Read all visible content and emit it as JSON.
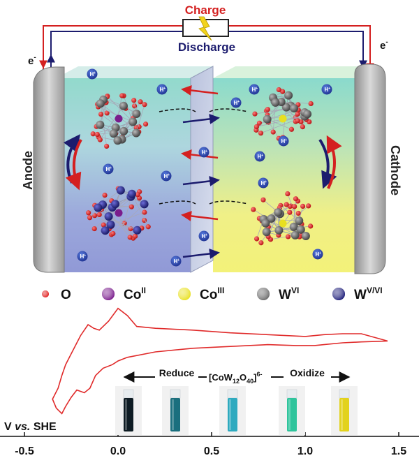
{
  "circuit": {
    "charge_label": "Charge",
    "discharge_label": "Discharge",
    "electron_left": "e",
    "electron_right": "e",
    "electron_sup": "-",
    "colors": {
      "charge": "#d42020",
      "discharge": "#1c1c6e",
      "bolt": "#f2d31c"
    }
  },
  "electrodes": {
    "anode_label": "Anode",
    "cathode_label": "Cathode"
  },
  "proton_label": "H",
  "proton_sup": "+",
  "legend": [
    {
      "base": "O",
      "sup": "",
      "color": "#e01818",
      "size": "small"
    },
    {
      "base": "Co",
      "sup": "II",
      "color": "#7a1c8c",
      "size": "large"
    },
    {
      "base": "Co",
      "sup": "III",
      "color": "#e8e020",
      "size": "large"
    },
    {
      "base": "W",
      "sup": "VI",
      "color": "#6b6b6b",
      "size": "large"
    },
    {
      "base": "W",
      "sup": "V/VI",
      "color": "#1f1f7a",
      "size": "large"
    }
  ],
  "vials": {
    "reduce_label": "Reduce",
    "oxidize_label": "Oxidize",
    "formula": {
      "a": "[CoW",
      "b": "12",
      "c": "O",
      "d": "40",
      "e": "]",
      "f": "6-"
    },
    "colors": [
      "#0e1c24",
      "#1a6f7e",
      "#2eaabf",
      "#2fc49c",
      "#e2d21c"
    ]
  },
  "chart_data": {
    "type": "line",
    "title": "",
    "xlabel": "V vs. SHE",
    "xlabel_parts": {
      "v": "V ",
      "vs": "vs.",
      "she": " SHE"
    },
    "ylabel": "",
    "xlim": [
      -0.5,
      1.5
    ],
    "x_ticks": [
      "-0.5",
      "0.0",
      "0.5",
      "1.0",
      "1.5"
    ],
    "x_tick_values": [
      -0.5,
      0.0,
      0.5,
      1.0,
      1.5
    ],
    "grid": false,
    "series": [
      {
        "color": "#e02a2a",
        "x": [
          -0.35,
          -0.32,
          -0.3,
          -0.28,
          -0.25,
          -0.2,
          -0.16,
          -0.13,
          -0.1,
          -0.05,
          0.0,
          0.05,
          0.1,
          0.2,
          0.4,
          0.6,
          0.8,
          1.0,
          1.1,
          1.2,
          1.3,
          1.44,
          1.3,
          1.2,
          1.1,
          1.05,
          0.95,
          0.8,
          0.6,
          0.4,
          0.2,
          0.05,
          0.0,
          -0.03,
          -0.08,
          -0.12,
          -0.15,
          -0.18,
          -0.22,
          -0.25,
          -0.28,
          -0.3,
          -0.33,
          -0.35
        ],
        "y": [
          -1.6,
          -1.0,
          -0.3,
          0.3,
          0.9,
          1.9,
          2.5,
          2.3,
          2.2,
          2.7,
          3.4,
          3.0,
          2.4,
          2.3,
          2.2,
          2.05,
          1.95,
          1.85,
          1.95,
          2.0,
          2.0,
          1.6,
          1.55,
          1.5,
          1.4,
          1.35,
          1.35,
          1.4,
          1.3,
          1.2,
          1.0,
          0.7,
          0.5,
          0.3,
          0.1,
          -0.3,
          -1.0,
          -1.25,
          -1.1,
          -1.5,
          -2.0,
          -2.4,
          -2.1,
          -1.6
        ]
      }
    ]
  }
}
